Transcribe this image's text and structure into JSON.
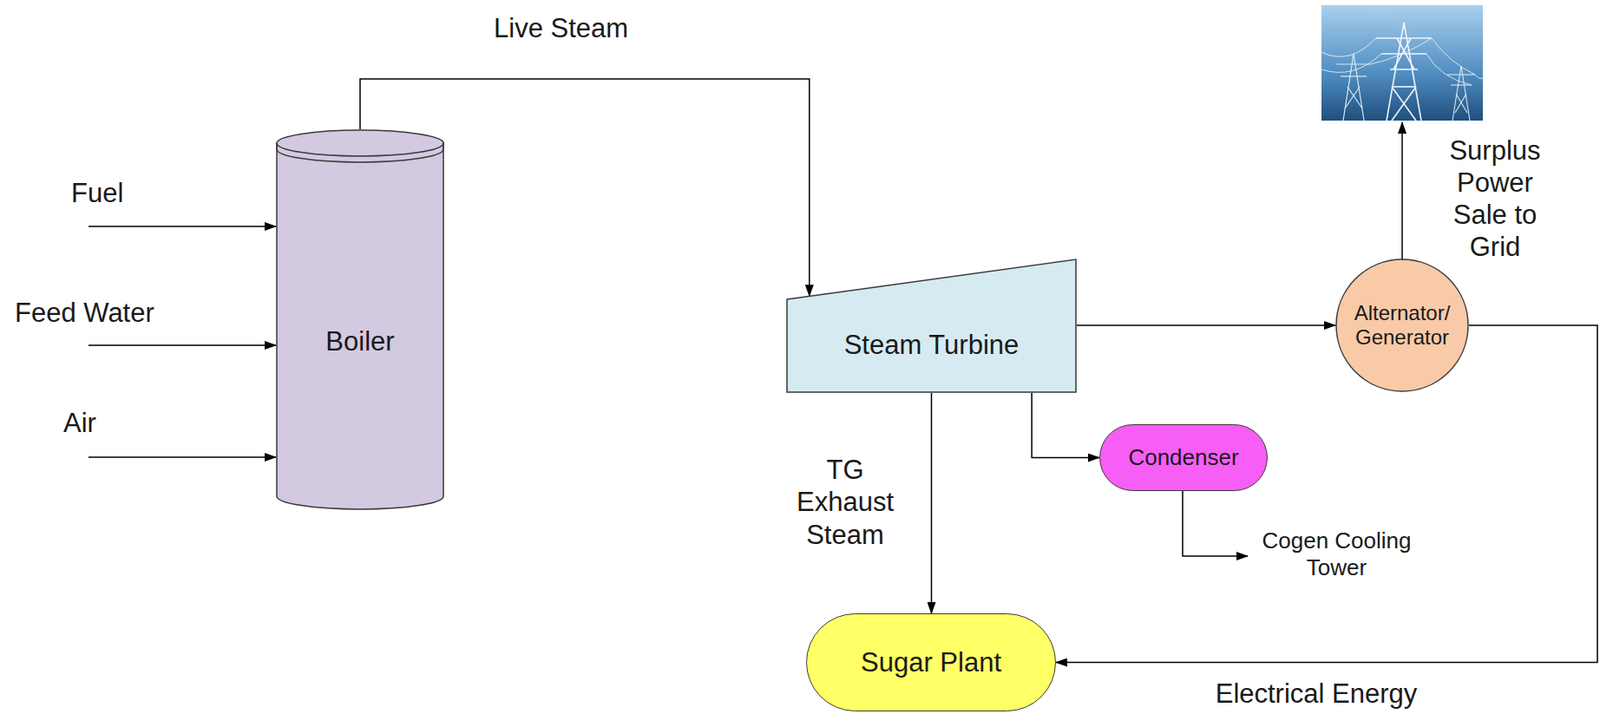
{
  "diagram": {
    "nodes": [
      {
        "text": [
          "Boiler"
        ]
      },
      {
        "text": [
          "Steam Turbine"
        ]
      },
      {
        "text": [
          "Alternator/ Generator"
        ]
      },
      {
        "text": [
          "Condenser"
        ]
      },
      {
        "text": [
          "Sugar Plant"
        ]
      }
    ],
    "edges": [
      {
        "from": 0,
        "to": 1,
        "arrow": "to",
        "label": "Live Steam"
      },
      {
        "from": 1,
        "to": 2,
        "arrow": "to"
      },
      {
        "from": 1,
        "to": 4,
        "arrow": "to",
        "label": "TG Exhaust Steam"
      },
      {
        "from": 1,
        "to": 3,
        "arrow": "to"
      },
      {
        "from": 2,
        "to": 4,
        "arrow": "to",
        "label": "Electrical Energy"
      }
    ],
    "labels": [
      "Fuel",
      "Feed Water",
      "Air",
      "Surplus Power Sale to Grid",
      "Cogen Cooling Tower"
    ]
  }
}
